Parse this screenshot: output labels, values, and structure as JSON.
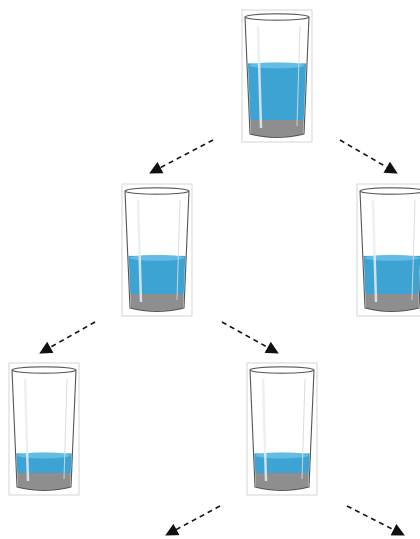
{
  "diagram": {
    "glasses": [
      {
        "id": "root",
        "level": 0,
        "water_level": 0.55
      },
      {
        "id": "left",
        "level": 1,
        "water_level": 0.37
      },
      {
        "id": "right",
        "level": 1,
        "water_level": 0.37
      },
      {
        "id": "left-left",
        "level": 2,
        "water_level": 0.19
      },
      {
        "id": "left-right",
        "level": 2,
        "water_level": 0.19
      }
    ],
    "colors": {
      "water": "#3DA3D2",
      "water_highlight": "#62BCE3",
      "sediment": "#8E8E8E",
      "glass_outline": "#555555",
      "arrow": "#111111"
    }
  }
}
